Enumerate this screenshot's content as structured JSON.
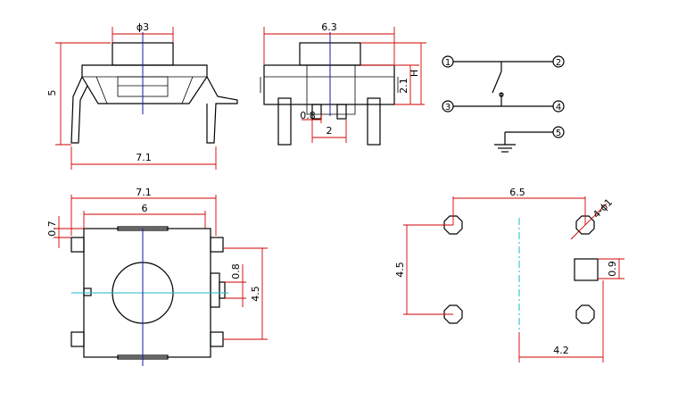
{
  "views": {
    "front": {
      "width_label": "7.1",
      "height_label": "5",
      "diameter_label": "ϕ3"
    },
    "side": {
      "width_label": "6.3",
      "h_label": "H",
      "body_height_label": "2.1",
      "pin_offset_label": "0.8",
      "pin_pitch_label": "2"
    },
    "schematic": {
      "pins": [
        "1",
        "2",
        "3",
        "4",
        "5"
      ]
    },
    "top": {
      "width_label": "7.1",
      "inner_width_label": "6",
      "pin_offset_label": "0.7",
      "tab_height_label": "0.8",
      "pin_pitch_label": "4.5"
    },
    "footprint": {
      "x_pitch_label": "6.5",
      "hole_label": "4-ϕ1",
      "y_pitch_label": "4.5",
      "pad_height_label": "0.9",
      "pad_offset_label": "4.2"
    }
  }
}
